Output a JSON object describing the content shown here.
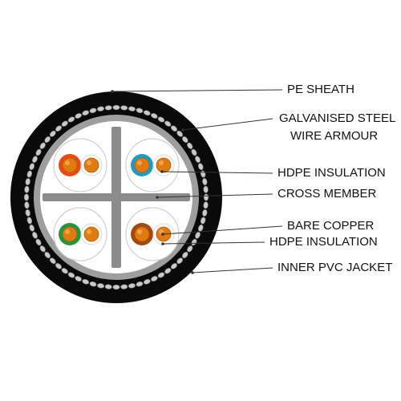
{
  "colors": {
    "pe_sheath": "#0a0a0a",
    "armour_wire": "#c9c9c9",
    "inner_jacket": "#9e9e9e",
    "core_fill": "#ffffff",
    "cross_member": "#8c8c8c",
    "copper": "#e07b10",
    "leader": "#333333"
  },
  "pairs": [
    {
      "name": "orange-pair",
      "insulation_color": "#ea4a12"
    },
    {
      "name": "blue-pair",
      "insulation_color": "#1c9bc7"
    },
    {
      "name": "green-pair",
      "insulation_color": "#1e9a3d"
    },
    {
      "name": "brown-pair",
      "insulation_color": "#a5480f"
    }
  ],
  "labels": [
    {
      "id": "pe-sheath",
      "lines": [
        "PE SHEATH"
      ]
    },
    {
      "id": "galvanised-steel-wire-armour",
      "lines": [
        "GALVANISED STEEL",
        "WIRE ARMOUR"
      ]
    },
    {
      "id": "hdpe-insulation-1",
      "lines": [
        "HDPE INSULATION"
      ]
    },
    {
      "id": "cross-member",
      "lines": [
        "CROSS MEMBER"
      ]
    },
    {
      "id": "bare-copper",
      "lines": [
        "BARE COPPER"
      ]
    },
    {
      "id": "hdpe-insulation-2",
      "lines": [
        "HDPE INSULATION"
      ]
    },
    {
      "id": "inner-pvc-jacket",
      "lines": [
        "INNER PVC JACKET"
      ]
    }
  ]
}
